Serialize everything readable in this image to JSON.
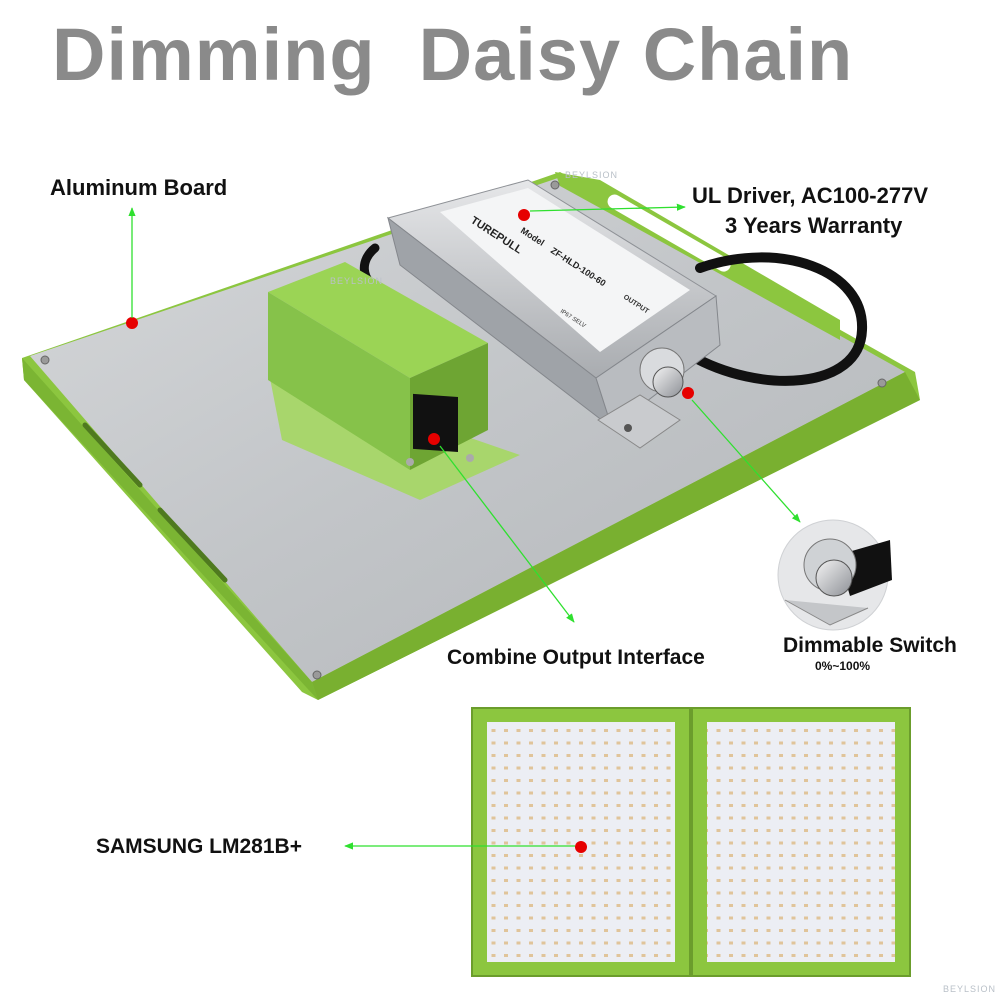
{
  "title": "Dimming  Daisy Chain",
  "labels": {
    "aluminum_board": "Aluminum Board",
    "driver_line1": "UL Driver, AC100-277V",
    "driver_line2": "3 Years Warranty",
    "output_interface": "Combine Output Interface",
    "dimmable_switch": "Dimmable Switch",
    "dimmable_range": "0%~100%",
    "led_chip": "SAMSUNG LM281B+"
  },
  "driver_plate": {
    "brand": "TUREPULL",
    "model_label": "Model",
    "model": "ZF-HLD-100-60",
    "output_label": "OUTPUT",
    "ip_rating": "IP67 SELV"
  },
  "watermark": "BEYLSION",
  "colors": {
    "frame_green": "#8cc63f",
    "pointer_green": "#2fe02f",
    "marker_red": "#e60000",
    "title_gray": "#8a8a8a"
  }
}
